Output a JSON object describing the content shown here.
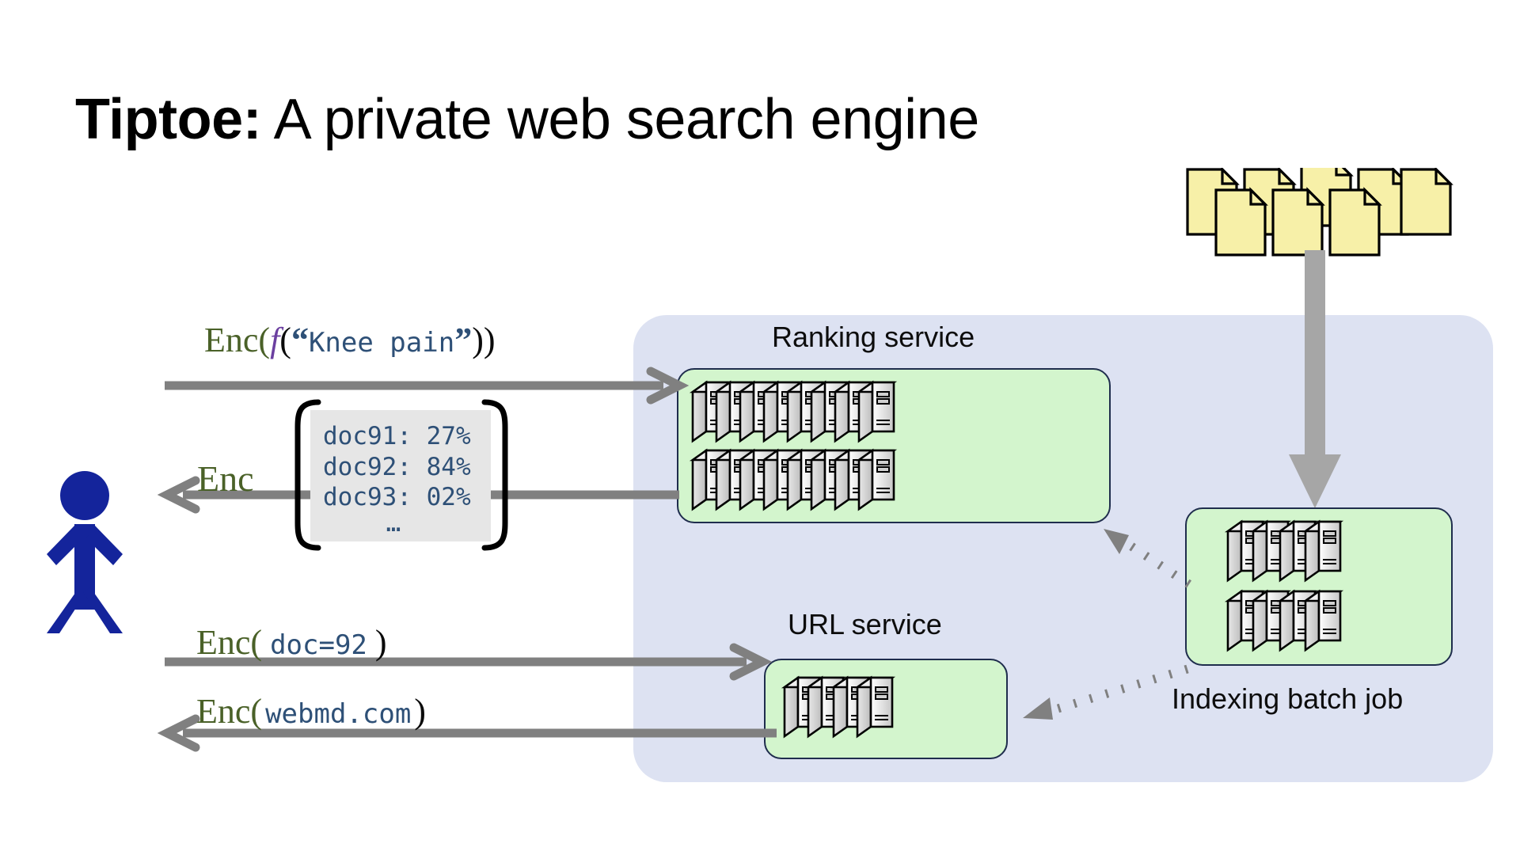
{
  "title": {
    "bold": "Tiptoe:",
    "rest": " A private web search engine"
  },
  "panel": {
    "fill": "#dde2f2"
  },
  "services": {
    "ranking": {
      "label": "Ranking service",
      "rows": 2,
      "per_row": 8,
      "fill": "#d3f5cd"
    },
    "url": {
      "label": "URL service",
      "rows": 1,
      "per_row": 4,
      "fill": "#d3f5cd"
    },
    "indexing": {
      "label": "Indexing batch job",
      "rows": 2,
      "per_row": 4,
      "fill": "#d3f5cd"
    }
  },
  "documents": {
    "count": 8,
    "fill": "#f7f0a8"
  },
  "actor": {
    "name": "user",
    "color": "#14249b"
  },
  "messages": {
    "query": {
      "enc": "Enc(",
      "fn": "f",
      "open": "(",
      "quote_open": "“",
      "value": "Knee pain",
      "quote_close": "”",
      "close": "))"
    },
    "response": {
      "enc": "Enc",
      "rows": [
        "doc91: 27%",
        "doc92: 84%",
        "doc93: 02%"
      ],
      "ellipsis": "…"
    },
    "doc_request": {
      "enc": "Enc(",
      "value": "doc=92",
      "close": ")"
    },
    "url_response": {
      "enc": "Enc(",
      "value": "webmd.com",
      "close": ")"
    }
  },
  "colors": {
    "enc_green": "#4a6128",
    "mono_blue": "#2e5077",
    "fn_purple": "#6b3fa0",
    "arrow_gray": "#808080",
    "panel_blue": "#dde2f2",
    "service_green": "#d3f5cd",
    "doc_yellow": "#f7f0a8",
    "person_blue": "#14249b"
  }
}
